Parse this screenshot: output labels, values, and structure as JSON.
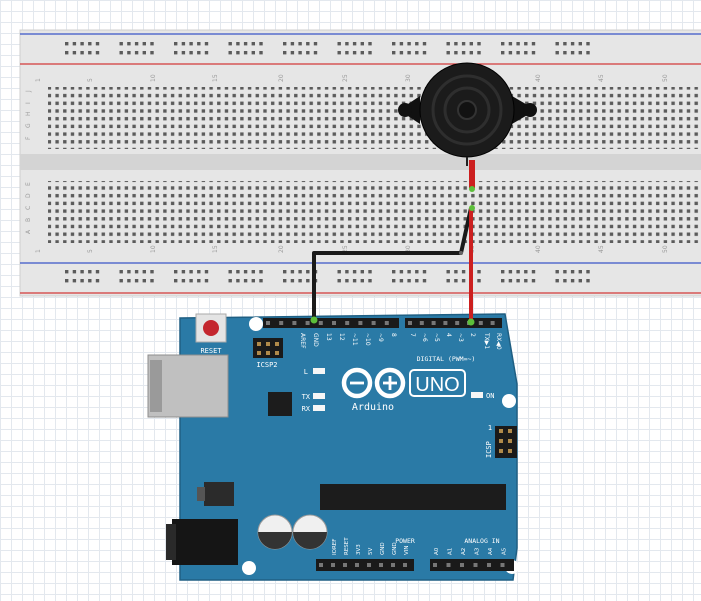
{
  "breadboard": {
    "top_numbers": [
      "1",
      "5",
      "10",
      "15",
      "20",
      "25",
      "30",
      "35",
      "40",
      "45",
      "50"
    ],
    "bottom_numbers": [
      "1",
      "5",
      "10",
      "15",
      "20",
      "25",
      "30",
      "35",
      "40",
      "45",
      "50"
    ],
    "top_row_letters": [
      "J",
      "I",
      "H",
      "G",
      "F"
    ],
    "bottom_row_letters": [
      "E",
      "D",
      "C",
      "B",
      "A"
    ]
  },
  "arduino": {
    "logo_text": "Arduino",
    "model": "UNO",
    "reset_label": "RESET",
    "icsp2_label": "ICSP2",
    "icsp_label": "ICSP",
    "digital_label": "DIGITAL (PWM=~)",
    "aref_label": "AREF",
    "gnd_label": "GND",
    "digital_pins": [
      "13",
      "12",
      "~11",
      "~10",
      "~9",
      "8",
      "7",
      "~6",
      "~5",
      "4",
      "~3",
      "2"
    ],
    "tx_pin_label": "TX▶1",
    "rx_pin_label": "RX◀0",
    "l_label": "L",
    "tx_label": "TX",
    "rx_label": "RX",
    "on_label": "ON",
    "icsp_pin1": "1",
    "power_label": "POWER",
    "power_pins": [
      "IOREF",
      "RESET",
      "3V3",
      "5V",
      "GND",
      "GND",
      "VIN"
    ],
    "analog_label": "ANALOG IN",
    "analog_pins": [
      "A0",
      "A1",
      "A2",
      "A3",
      "A4",
      "A5"
    ]
  },
  "colors": {
    "board": "#2a7aa6",
    "breadboard": "#e6e6e6",
    "wire_gnd": "#1a1a1a",
    "wire_signal": "#cc1f1f"
  }
}
